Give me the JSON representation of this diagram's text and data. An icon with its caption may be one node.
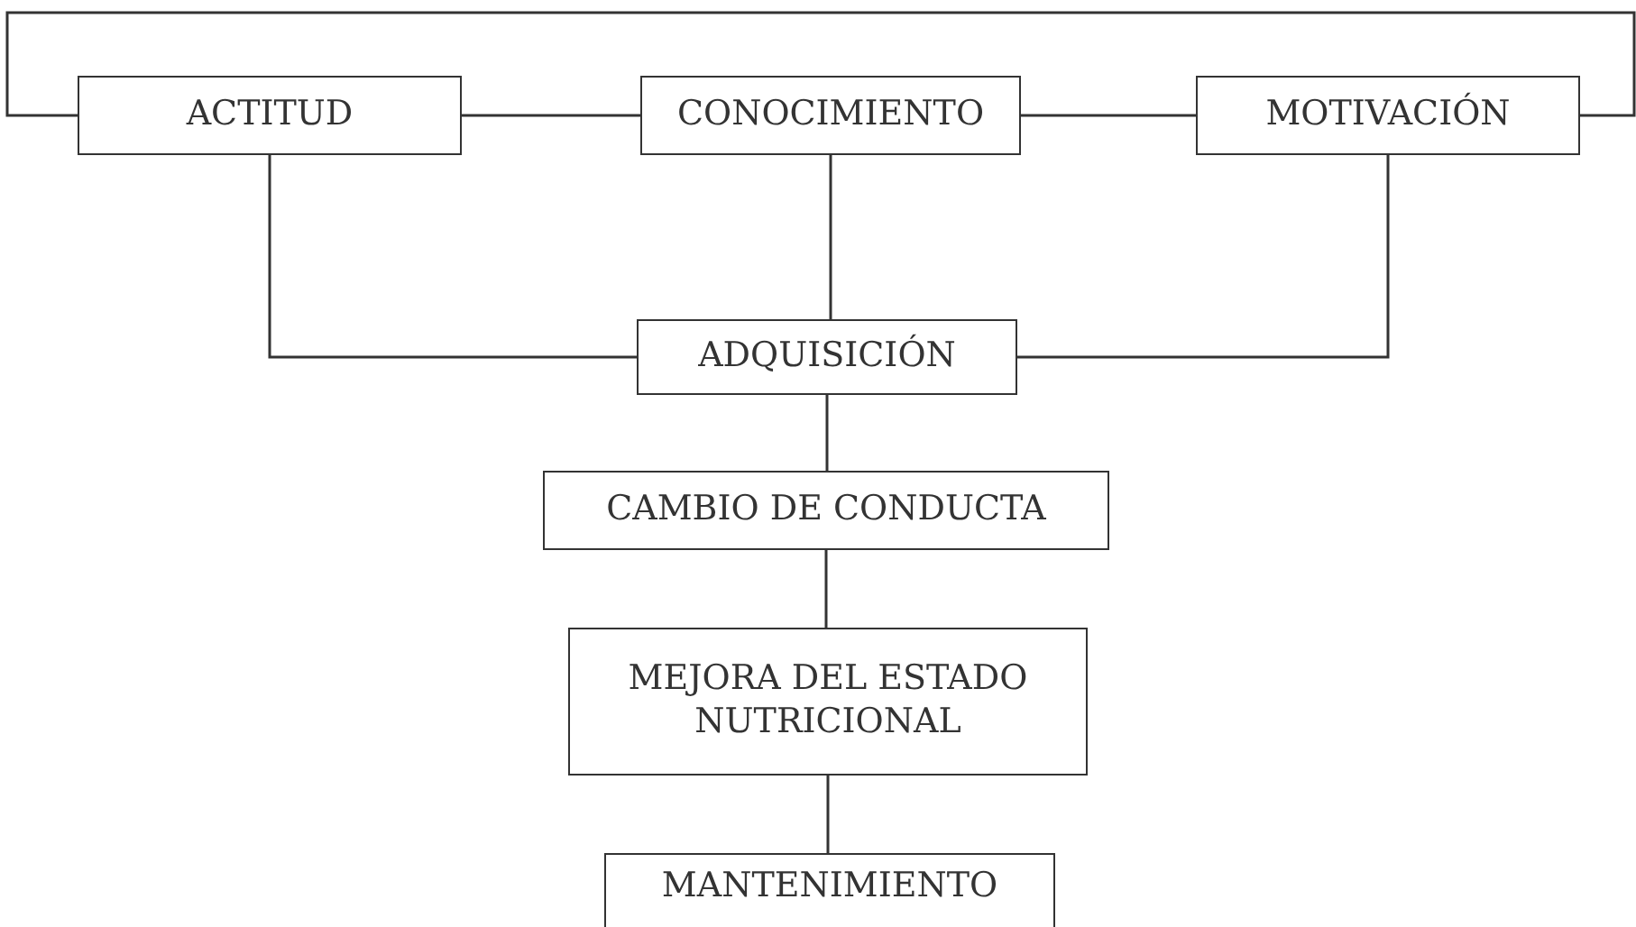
{
  "diagram": {
    "nodes": [
      {
        "text": [
          "ACTITUD"
        ]
      },
      {
        "text": [
          "CONOCIMIENTO"
        ]
      },
      {
        "text": [
          "MOTIVACIÓN"
        ]
      },
      {
        "text": [
          "ADQUISICIÓN"
        ]
      },
      {
        "text": [
          "CAMBIO DE CONDUCTA"
        ]
      },
      {
        "text": [
          "MEJORA DEL ESTADO NUTRICIONAL"
        ]
      },
      {
        "text": [
          "MANTENIMIENTO"
        ]
      }
    ],
    "edges": [
      {
        "from": 0,
        "to": 1,
        "arrow": "none"
      },
      {
        "from": 1,
        "to": 2,
        "arrow": "none"
      },
      {
        "from": 2,
        "to": 0,
        "arrow": "none"
      },
      {
        "from": 0,
        "to": 3,
        "arrow": "none"
      },
      {
        "from": 1,
        "to": 3,
        "arrow": "none"
      },
      {
        "from": 2,
        "to": 3,
        "arrow": "none"
      },
      {
        "from": 3,
        "to": 4,
        "arrow": "none"
      },
      {
        "from": 4,
        "to": 5,
        "arrow": "none"
      },
      {
        "from": 5,
        "to": 6,
        "arrow": "none"
      }
    ]
  }
}
